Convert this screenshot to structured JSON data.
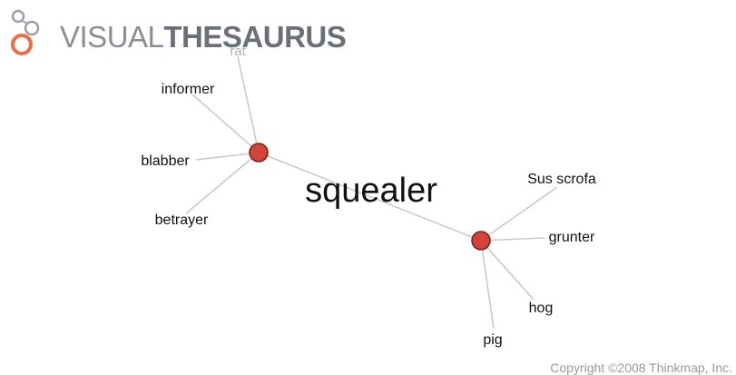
{
  "logo": {
    "text_light": "VISUAL",
    "text_bold": "THESAURUS"
  },
  "graph": {
    "center_word": "squealer",
    "meaning_nodes": [
      {
        "name": "meaning-informer",
        "words": [
          "rat",
          "informer",
          "blabber",
          "betrayer"
        ]
      },
      {
        "name": "meaning-pig",
        "words": [
          "Sus scrofa",
          "grunter",
          "hog",
          "pig"
        ]
      }
    ]
  },
  "colors": {
    "node_fill": "#d0443a",
    "node_stroke": "#7d1f17",
    "edge": "#c8c8c8",
    "logo_orange": "#ee6d45"
  },
  "footer": {
    "copyright": "Copyright ©2008 Thinkmap, Inc."
  }
}
